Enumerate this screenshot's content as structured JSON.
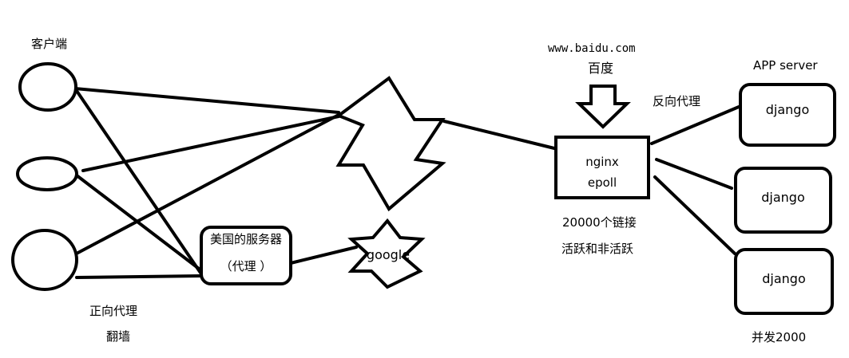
{
  "labels": {
    "client": "客户端",
    "forward_proxy": "正向代理",
    "wall": "翻墙",
    "us_server_line1": "美国的服务器",
    "us_server_line2": "（代理 ）",
    "google": "google",
    "baidu_url": "www.baidu.com",
    "baidu": "百度",
    "nginx": "nginx",
    "epoll": "epoll",
    "connections": "20000个链接",
    "active_inactive": "活跃和非活跃",
    "reverse_proxy": "反向代理",
    "app_server": "APP server",
    "django_1": "django",
    "django_2": "django",
    "django_3": "django",
    "concurrency": "并发2000"
  }
}
